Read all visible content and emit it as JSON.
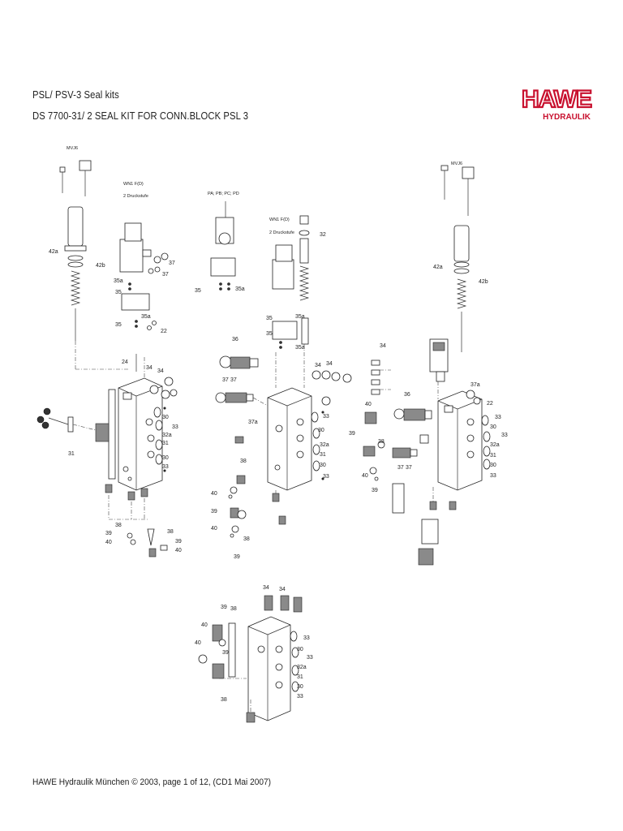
{
  "header": {
    "title": "PSL/ PSV-3 Seal kits",
    "subtitle": "DS 7700-31/ 2 SEAL KIT FOR CONN.BLOCK PSL 3"
  },
  "logo": {
    "brand": "HAWE",
    "sub": "HYDRAULIK",
    "color": "#c8102e"
  },
  "drawing": {
    "captions": {
      "mvj_left": "MVJ6",
      "wn1_left": "WN1 F(D)",
      "druck_left": "2 Druckstufe",
      "pa_pd": "PA; PB; PC; PD",
      "wn1_mid": "WN1 F(D)",
      "druck_mid": "2 Druckstufe",
      "mvj_right": "MVJ6"
    },
    "labels": {
      "a_42a": "42a",
      "a_42b": "42b",
      "a_35a1": "35a",
      "a_35_1": "35",
      "a_35a2": "35a",
      "a_35_2": "35",
      "a_37_1": "37",
      "a_37_2": "37",
      "a_22": "22",
      "a_24": "24",
      "a_34_1": "34",
      "a_34_2": "34",
      "a_30_1": "30",
      "a_33_1": "33",
      "a_32a": "32a",
      "a_31_1": "31",
      "a_30_2": "30",
      "a_33_2": "33",
      "a_31_2": "31",
      "a_38_1": "38",
      "a_39_1": "39",
      "a_40_1": "40",
      "a_38_2": "38",
      "a_39_2": "39",
      "a_40_2": "40",
      "b_35": "35",
      "b_35a": "35a",
      "c_32": "32",
      "c_35_1": "35",
      "c_35a_1": "35a",
      "c_35_2": "35",
      "c_35a_2": "35a",
      "c_36": "36",
      "c_34_1": "34",
      "c_34_2": "34",
      "c_37_1": "37",
      "c_37_2": "37",
      "c_37a": "37a",
      "c_33_1": "33",
      "c_30_1": "30",
      "c_32a": "32a",
      "c_31": "31",
      "c_30_2": "30",
      "c_33_2": "33",
      "c_38_1": "38",
      "c_40_1": "40",
      "c_39_1": "39",
      "c_40_2": "40",
      "c_38_2": "38",
      "c_39_2": "39",
      "d_42a": "42a",
      "d_42b": "42b",
      "d_34": "34",
      "d_36": "36",
      "d_37a": "37a",
      "d_22": "22",
      "d_40": "40",
      "d_39_1": "39",
      "d_38": "38",
      "d_40_2": "40",
      "d_37_1": "37",
      "d_37_2": "37",
      "d_39_2": "39",
      "d_33_1": "33",
      "d_30_1": "30",
      "d_33_2": "33",
      "d_32a": "32a",
      "d_31": "31",
      "d_30_2": "30",
      "d_33_3": "33",
      "e_34_1": "34",
      "e_34_2": "34",
      "e_39": "39",
      "e_38_1": "38",
      "e_40_1": "40",
      "e_40_2": "40",
      "e_39_2": "39",
      "e_33_1": "33",
      "e_30_1": "30",
      "e_33_2": "33",
      "e_32a": "32a",
      "e_31": "31",
      "e_30_2": "30",
      "e_33_3": "33",
      "e_38_2": "38"
    }
  },
  "footer": {
    "text": "HAWE Hydraulik München © 2003, page 1 of 12, (CD1 Mai 2007)"
  }
}
